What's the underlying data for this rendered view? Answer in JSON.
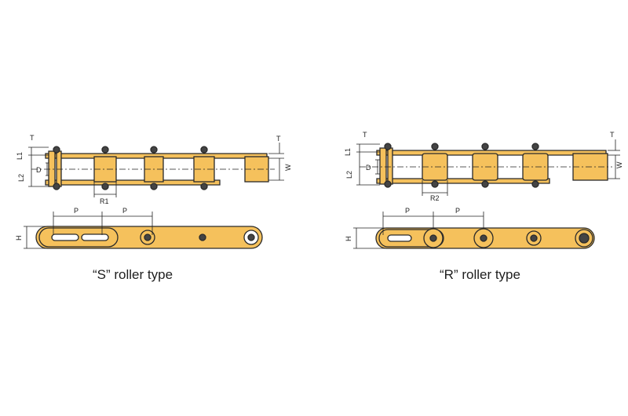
{
  "colors": {
    "chain": "#f5c15c",
    "outline": "#2a2a2a",
    "line": "#222222",
    "background": "#ffffff"
  },
  "s_type": {
    "caption": "“S” roller type",
    "labels": {
      "T": "T",
      "L1": "L1",
      "L2": "L2",
      "D": "D",
      "W": "W",
      "R": "R1",
      "P1": "P",
      "P2": "P",
      "H": "H"
    }
  },
  "r_type": {
    "caption": "“R” roller type",
    "labels": {
      "T": "T",
      "L1": "L1",
      "L2": "L2",
      "D": "D",
      "W": "W",
      "R": "R2",
      "P1": "P",
      "P2": "P",
      "H": "H"
    }
  }
}
